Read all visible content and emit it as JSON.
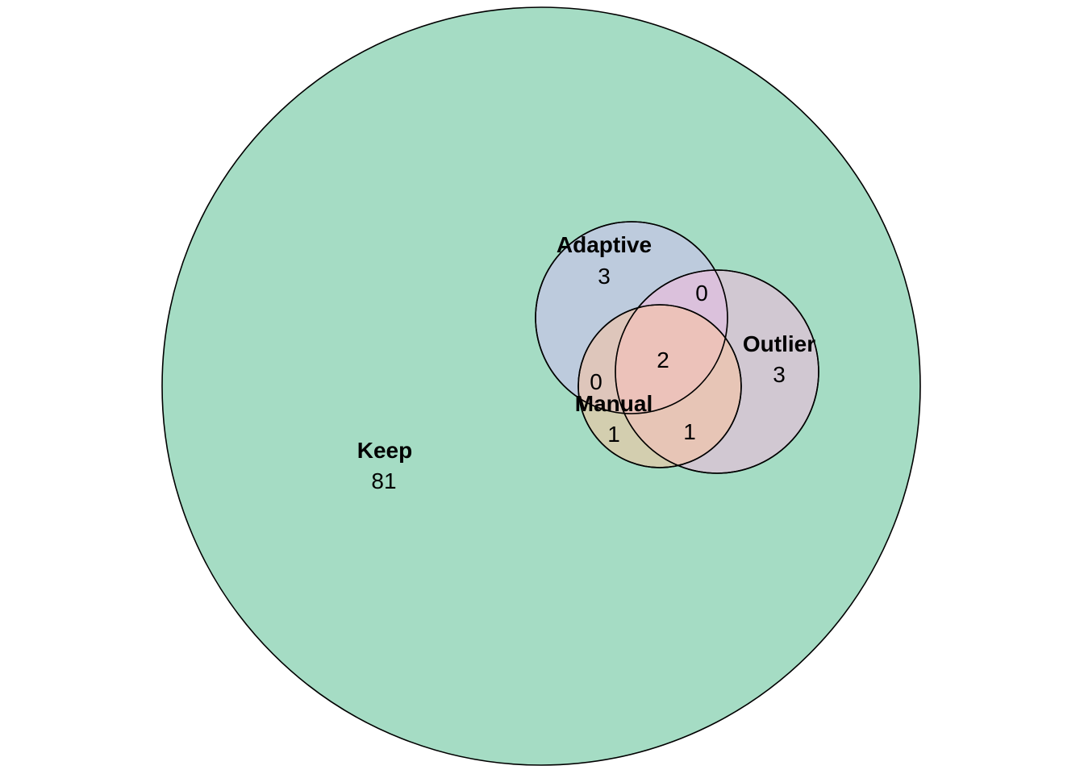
{
  "sets": [
    {
      "id": "keep",
      "label": "Keep",
      "color": "#a5dcc4"
    },
    {
      "id": "adaptive",
      "label": "Adaptive",
      "color": "#c1c8e2"
    },
    {
      "id": "outlier",
      "label": "Outlier",
      "color": "#eebbdc"
    },
    {
      "id": "manual",
      "label": "Manual",
      "color": "#f9c29f"
    }
  ],
  "counts": {
    "keep_only": "81",
    "adaptive_only": "3",
    "outlier_only": "3",
    "manual_only": "1",
    "adaptive_outlier": "0",
    "adaptive_manual": "0",
    "outlier_manual": "1",
    "adaptive_outlier_manual": "2"
  }
}
